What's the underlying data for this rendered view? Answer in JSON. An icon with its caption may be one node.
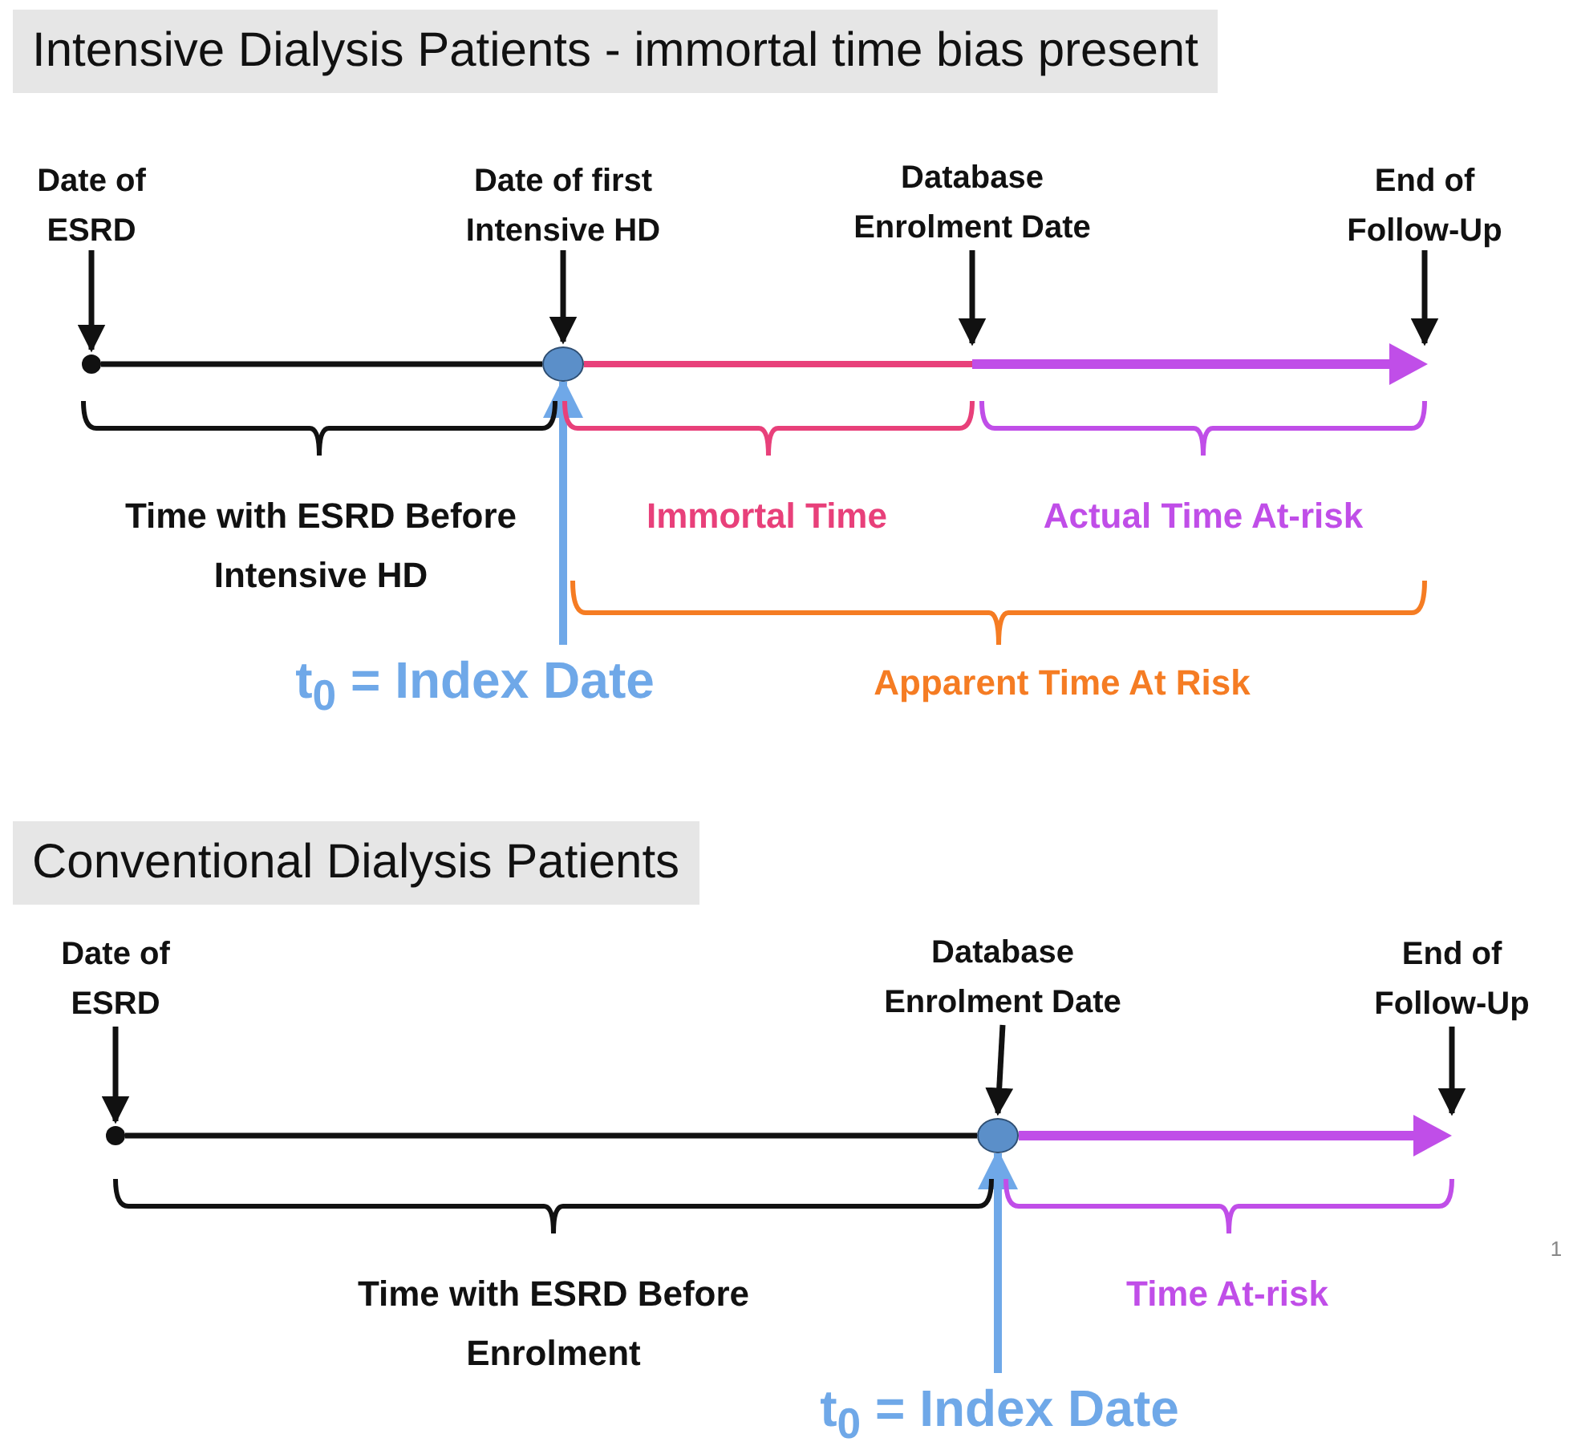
{
  "diagram": {
    "nodes": [
      {
        "text": [
          "Date of ESRD"
        ]
      },
      {
        "text": [],
        "shape": "circle"
      },
      {
        "text": [
          "Date of first Intensive HD"
        ]
      },
      {
        "text": [],
        "shape": "circle"
      },
      {
        "text": [
          "Database Enrolment Date"
        ]
      },
      {
        "text": [
          "End of Follow-Up"
        ]
      },
      {
        "text": [
          "t$_{0}$ = Index Date"
        ]
      },
      {
        "text": [
          "Date of ESRD"
        ]
      },
      {
        "text": [],
        "shape": "circle"
      },
      {
        "text": [
          "Database Enrolment Date"
        ]
      },
      {
        "text": [],
        "shape": "circle"
      },
      {
        "text": [
          "End of Follow-Up"
        ]
      },
      {
        "text": [
          "t$_{0}$ = Index Date"
        ]
      }
    ],
    "edges": [
      {
        "from": 0,
        "to": 1,
        "arrow": "to"
      },
      {
        "from": 2,
        "to": 3,
        "arrow": "to"
      },
      {
        "from": 4,
        "to": null,
        "arrow": "to"
      },
      {
        "from": 5,
        "to": null,
        "arrow": "to"
      },
      {
        "from": 1,
        "to": 3,
        "arrow": "none"
      },
      {
        "from": 6,
        "to": 3,
        "arrow": "to",
        "color": "#6fa8e8"
      },
      {
        "from": 7,
        "to": 8,
        "arrow": "to"
      },
      {
        "from": 9,
        "to": 10,
        "arrow": "to"
      },
      {
        "from": 11,
        "to": null,
        "arrow": "to"
      },
      {
        "from": 8,
        "to": 10,
        "arrow": "none"
      },
      {
        "from": 12,
        "to": 10,
        "arrow": "to",
        "color": "#6fa8e8"
      }
    ],
    "labels": [
      "Intensive Dialysis Patients - immortal time bias present",
      "Time with ESRD Before Intensive HD",
      "Immortal Time",
      "Actual Time At-risk",
      "Apparent Time At Risk",
      "Conventional Dialysis Patients",
      "Time with ESRD Before Enrolment",
      "Time At-risk",
      "1"
    ]
  }
}
